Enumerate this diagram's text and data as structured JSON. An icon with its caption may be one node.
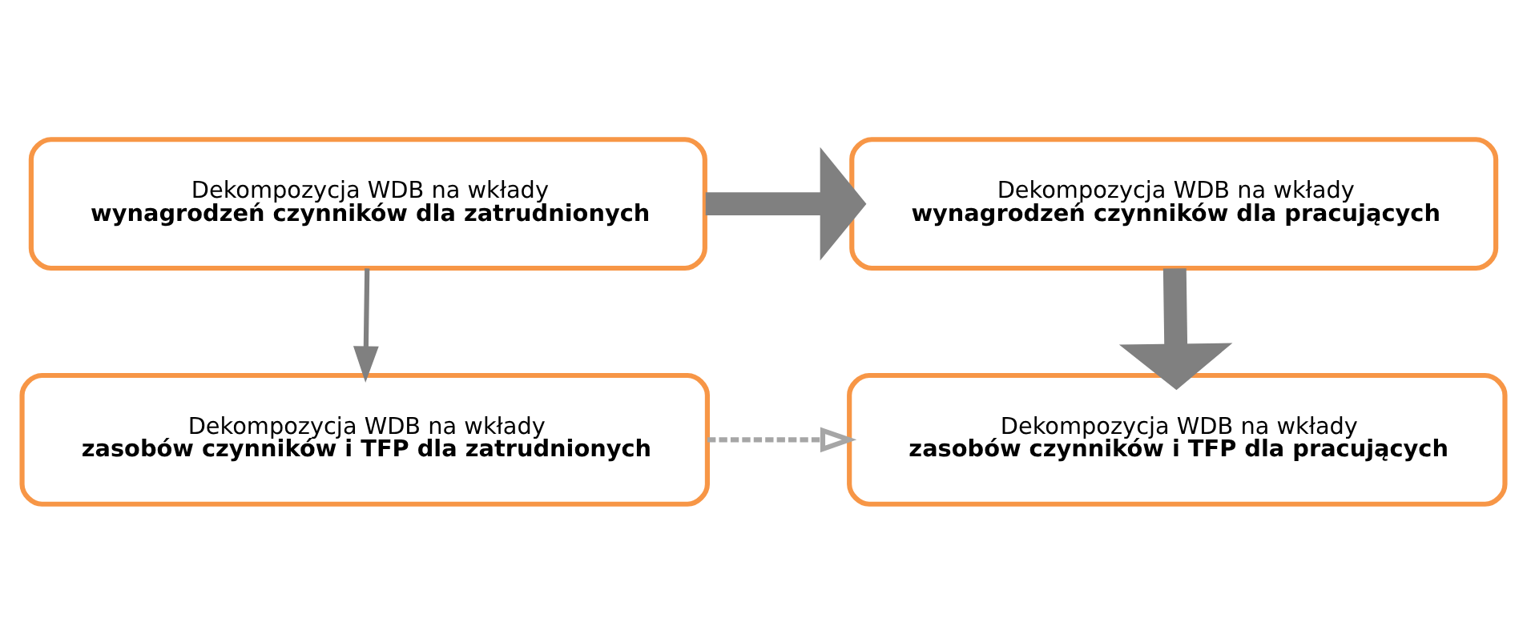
{
  "diagram": {
    "nodes": [
      {
        "text": [
          "Dekompozycja WDB na wkłady",
          "wynagrodzeń czynników dla zatrudnionych"
        ]
      },
      {
        "text": [
          "Dekompozycja WDB na wkłady",
          "wynagrodzeń czynników dla pracujących"
        ]
      },
      {
        "text": [
          "Dekompozycja WDB na wkłady",
          "zasobów czynników i TFP dla zatrudnionych"
        ]
      },
      {
        "text": [
          "Dekompozycja WDB na wkłady",
          "zasobów czynników i TFP dla pracujących"
        ]
      }
    ],
    "edges": [
      {
        "from": 0,
        "to": 1,
        "arrow": "to",
        "style": "thick"
      },
      {
        "from": 0,
        "to": 2,
        "arrow": "to"
      },
      {
        "from": 1,
        "to": 3,
        "arrow": "to",
        "style": "thick"
      },
      {
        "from": 2,
        "to": 3,
        "arrow": "to",
        "style": "dashed"
      }
    ]
  }
}
